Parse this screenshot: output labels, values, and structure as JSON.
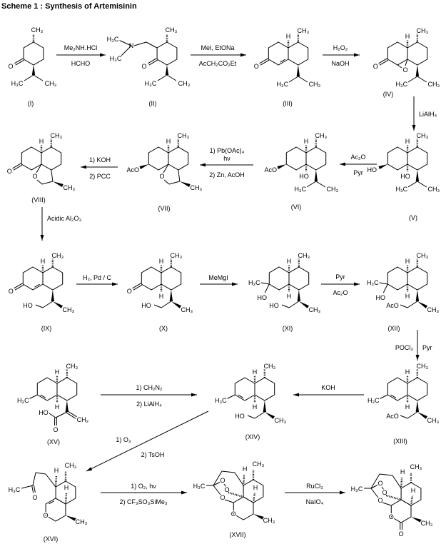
{
  "title": "Scheme 1 :  Synthesis of Artemisinin",
  "compounds": [
    {
      "label": "(I)",
      "atoms": [
        "CH₃",
        "O",
        "H₃C",
        "CH₃"
      ]
    },
    {
      "label": "(II)",
      "atoms": [
        "CH₃",
        "N",
        "H₃C",
        "H₃C",
        "O",
        "H₃C",
        "CH₃"
      ]
    },
    {
      "label": "(III)",
      "atoms": [
        "O",
        "CH₃",
        "H",
        "H₃C",
        "CH₃"
      ]
    },
    {
      "label": "(IV)",
      "atoms": [
        "O",
        "CH₃",
        "H",
        "H₃C",
        "CH₃",
        "O"
      ]
    },
    {
      "label": "(V)",
      "atoms": [
        "CH₃",
        "H",
        "H₃C",
        "CH₃",
        "HO",
        "HO"
      ]
    },
    {
      "label": "(VI)",
      "atoms": [
        "CH₃",
        "H",
        "H₃C",
        "CH₃",
        "AcO",
        "HO"
      ]
    },
    {
      "label": "(VII)",
      "atoms": [
        "CH₃",
        "H",
        "AcO",
        "O",
        "CH₃"
      ]
    },
    {
      "label": "(VIII)",
      "atoms": [
        "O",
        "CH₃",
        "H",
        "O",
        "CH₃"
      ]
    },
    {
      "label": "(IX)",
      "atoms": [
        "O",
        "CH₃",
        "H",
        "HO",
        "CH₃"
      ]
    },
    {
      "label": "(X)",
      "atoms": [
        "O",
        "CH₃",
        "H",
        "H",
        "HO",
        "CH₃"
      ]
    },
    {
      "label": "(XI)",
      "atoms": [
        "CH₃",
        "H",
        "H",
        "HO",
        "CH₃",
        "H₃C",
        "HO"
      ]
    },
    {
      "label": "(XII)",
      "atoms": [
        "CH₃",
        "H",
        "H",
        "AcO",
        "CH₃",
        "H₃C",
        "HO"
      ]
    },
    {
      "label": "(XIII)",
      "atoms": [
        "CH₃",
        "H",
        "H",
        "AcO",
        "CH₃",
        "H₃C"
      ]
    },
    {
      "label": "(XIV)",
      "atoms": [
        "CH₃",
        "H",
        "H",
        "HO",
        "CH₃",
        "H₃C"
      ]
    },
    {
      "label": "(XV)",
      "atoms": [
        "CH₃",
        "H",
        "H",
        "H₃C",
        "HO",
        "CH₂",
        "O"
      ]
    },
    {
      "label": "(XVI)",
      "atoms": [
        "CH₃",
        "H",
        "H",
        "H₃C",
        "O",
        "O",
        "CH₃"
      ]
    },
    {
      "label": "(XVII)",
      "atoms": [
        "CH₃",
        "H",
        "H",
        "H₃C",
        "O",
        "O",
        "O",
        "O",
        "CH₃"
      ]
    },
    {
      "atoms": [
        "CH₃",
        "H",
        "H",
        "H₃C",
        "O",
        "O",
        "O",
        "O",
        "CH₃",
        "O"
      ]
    }
  ],
  "steps": [
    {
      "reagents": [
        "Me₂NH.HCl",
        "HCHO"
      ]
    },
    {
      "reagents": [
        "MeI, EtONa",
        "AcCH₂CO₂Et"
      ]
    },
    {
      "reagents": [
        "H₂O₂",
        "NaOH"
      ]
    },
    {
      "reagents": [
        "LiAlH₄"
      ]
    },
    {
      "reagents": [
        "Ac₂O",
        "Pyr"
      ]
    },
    {
      "reagents": [
        "1) Pb(OAc)₄",
        "hν",
        "2) Zn, AcOH"
      ]
    },
    {
      "reagents": [
        "1) KOH",
        "2) PCC"
      ]
    },
    {
      "reagents": [
        "Acidic Al₂O₃"
      ]
    },
    {
      "reagents": [
        "H₂, Pd / C"
      ]
    },
    {
      "reagents": [
        "MeMgI"
      ]
    },
    {
      "reagents": [
        "Pyr",
        "Ac₂O"
      ]
    },
    {
      "reagents": [
        "POCl₃",
        "Pyr"
      ]
    },
    {
      "reagents": [
        "1) CH₂N₂",
        "2) LiAlH₄"
      ]
    },
    {
      "reagents": [
        "KOH"
      ]
    },
    {
      "reagents": [
        "1) O₃",
        "2) TsOH"
      ]
    },
    {
      "reagents": [
        "1) O₂, hν",
        "2) CF₃SO₃SiMe₃"
      ]
    },
    {
      "reagents": [
        "RuCl₃",
        "NaIO₄"
      ]
    }
  ]
}
